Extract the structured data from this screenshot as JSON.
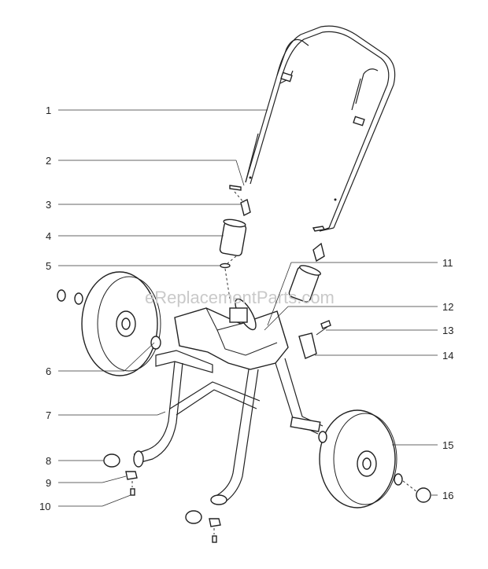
{
  "watermark": "eReplacementParts.com",
  "callouts": [
    "1",
    "2",
    "3",
    "4",
    "5",
    "6",
    "7",
    "8",
    "9",
    "10",
    "11",
    "12",
    "13",
    "14",
    "15",
    "16"
  ]
}
